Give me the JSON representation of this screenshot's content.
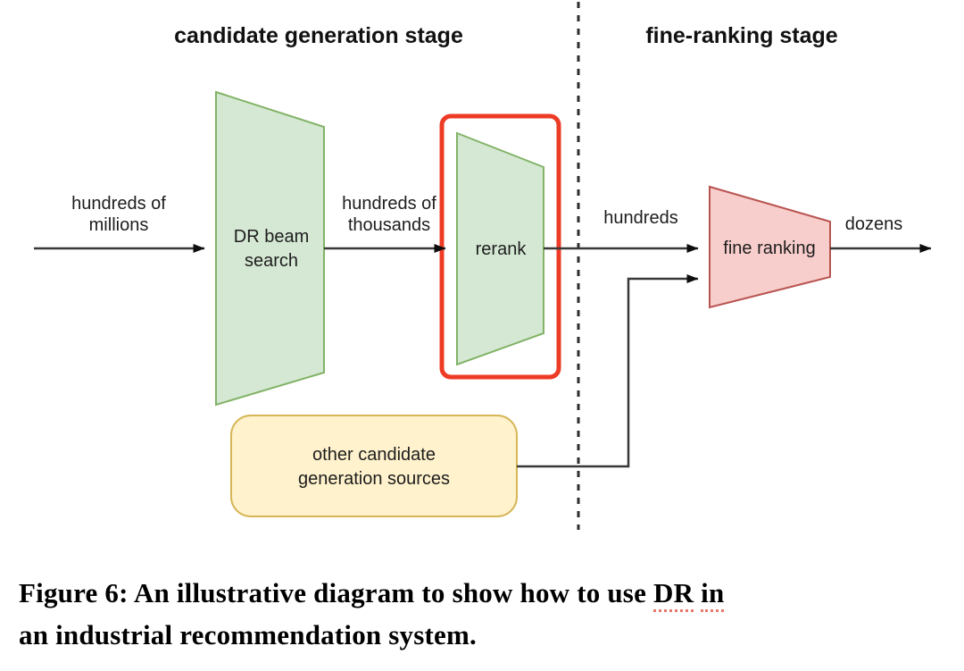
{
  "stage_headers": {
    "candidate": "candidate generation stage",
    "fine": "fine-ranking stage"
  },
  "flow_labels": {
    "input": "hundreds of\nmillions",
    "after_dr": "hundreds of\nthousands",
    "after_rerank": "hundreds",
    "output": "dozens"
  },
  "nodes": {
    "dr_beam_search": "DR beam\nsearch",
    "rerank": "rerank",
    "fine_ranking": "fine ranking",
    "other_sources": "other candidate\ngeneration sources"
  },
  "caption": {
    "line1_pre": "Figure 6: An illustrative diagram to show how to use",
    "word_dr": "DR",
    "word_in": "in",
    "line2": "an industrial recommendation system."
  },
  "colors": {
    "funnel_green_fill": "#d5e8d4",
    "funnel_green_stroke": "#82b366",
    "funnel_pink_fill": "#f8cecc",
    "funnel_pink_stroke": "#b85450",
    "sources_yellow_fill": "#fff2cc",
    "sources_yellow_stroke": "#d6b656",
    "highlight_box_red": "#ee3b26",
    "arrow_line": "#383838",
    "arrowhead": "#0d0d0d",
    "divider": "#2e2e2e",
    "spellcheck_red": "#e04a3a"
  }
}
